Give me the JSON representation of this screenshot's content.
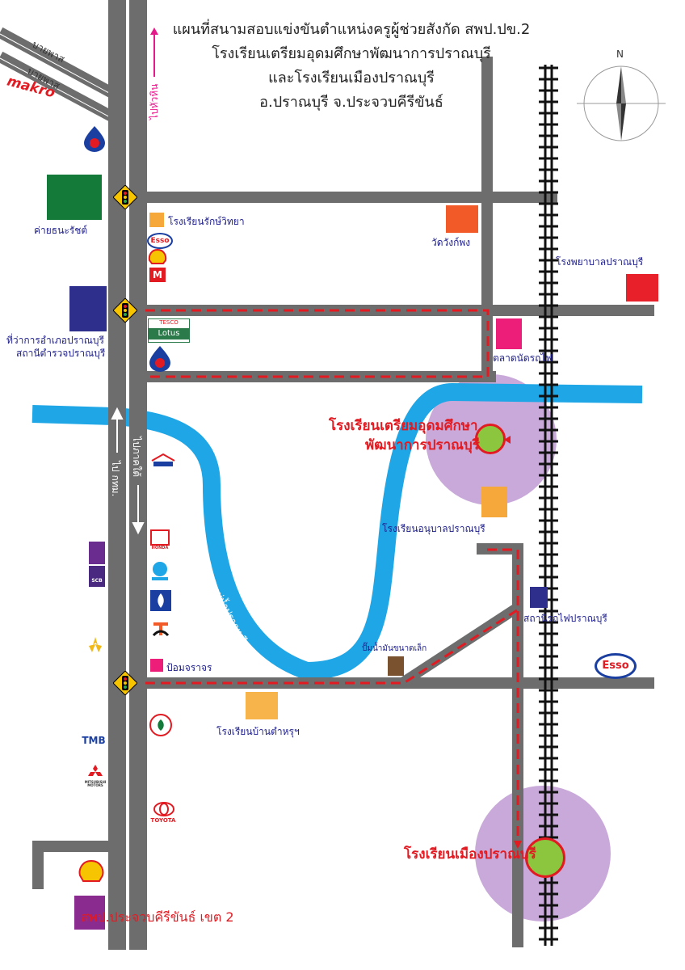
{
  "title": {
    "line1": "แผนที่สนามสอบแข่งขันตำแหน่งครูผู้ช่วยสังกัด สพป.ปข.2",
    "line2": "โรงเรียนเตรียมอุดมศึกษาพัฒนาการปราณบุรี",
    "line3": "และโรงเรียนเมืองปราณบุรี",
    "line4": "อ.ปราณบุรี จ.ประจวบคีรีขันธ์"
  },
  "compass": {
    "north": "N"
  },
  "roads": {
    "bypass_1": "บายพาส",
    "bypass_2": "บายพาส",
    "to_hua_hin": "ไปหัวหิน",
    "to_bangkok": "ไป กทม.",
    "to_south": "ไปภาคใต้"
  },
  "river": {
    "label": "แม่น้ำปราณบุรี"
  },
  "places": {
    "makro": "makro",
    "camp": "ค่ายธนะรัชต์",
    "raksawittaya": "โรงเรียนรักษ์วิทยา",
    "wat": "วัดวังก์พง",
    "hospital": "โรงพยาบาลปราณบุรี",
    "district_office": "ที่ว่าการอำเภอปราณบุรี",
    "police": "สถานีตำรวจปราณบุรี",
    "tesco_top": "TESCO",
    "tesco_bottom": "Lotus",
    "train_market": "ตลาดนัดรถไฟ",
    "triam_line1": "โรงเรียนเตรียมอุดมศึกษา",
    "triam_line2": "พัฒนาการปราณบุรี",
    "kindergarten": "โรงเรียนอนุบาลปราณบุรี",
    "station": "สถานีรถไฟปราณบุรี",
    "gas_station": "ปั๊มน้ำมันขนาดเล็ก",
    "police_box": "ป้อมจราจร",
    "bantamru": "โรงเรียนบ้านตำหรุฯ",
    "mueang": "โรงเรียนเมืองปราณบุรี",
    "office": "สพป.ประจวบคีรีขันธ์ เขต 2"
  },
  "brands": {
    "esso_small": "Esso",
    "esso_right": "Esso",
    "honda": "HONDA",
    "scb": "SCB",
    "tmb": "TMB",
    "mitsubishi": "MITSUBISHI MOTORS",
    "toyota": "TOYOTA"
  },
  "colors": {
    "road": "#6d6d6e",
    "river": "#1ea6e6",
    "route": "#e21b22",
    "exam_zone": "#c9a9d9",
    "school_green": "#8cc63f"
  }
}
